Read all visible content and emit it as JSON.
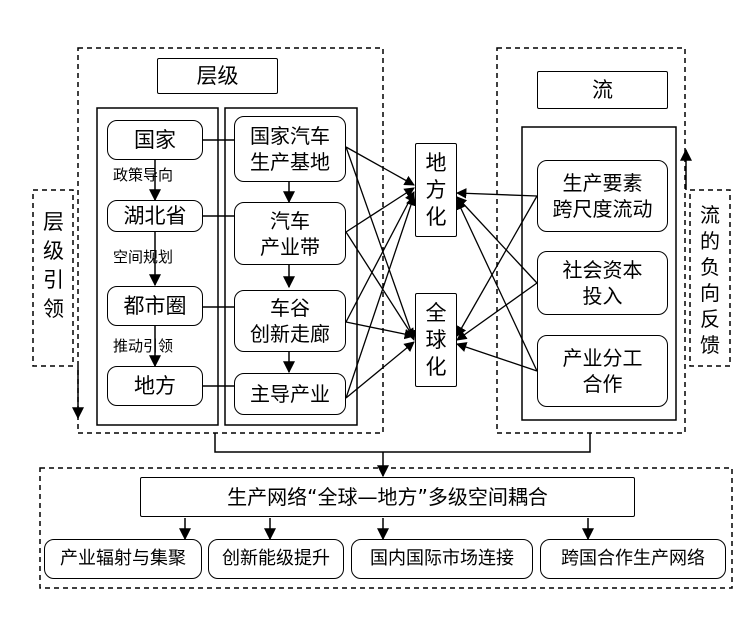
{
  "hierarchy": {
    "title": "层级",
    "left_column": [
      "国家",
      "湖北省",
      "都市圈",
      "地方"
    ],
    "left_arrow_labels": [
      "政策导向",
      "空间规划",
      "推动引领"
    ],
    "right_column": [
      "国家汽车\n生产基地",
      "汽车\n产业带",
      "车谷\n创新走廊",
      "主导产业"
    ]
  },
  "localization": {
    "label": "地方化"
  },
  "globalization": {
    "label": "全球化"
  },
  "flow": {
    "title": "流",
    "items": [
      "生产要素\n跨尺度流动",
      "社会资本\n投入",
      "产业分工\n合作"
    ]
  },
  "side_labels": {
    "left": "层级引领",
    "right": "流的负向反馈"
  },
  "coupling": {
    "title": "生产网络“全球—地方”多级空间耦合",
    "outcomes": [
      "产业辐射与集聚",
      "创新能级提升",
      "国内国际市场连接",
      "跨国合作生产网络"
    ]
  }
}
